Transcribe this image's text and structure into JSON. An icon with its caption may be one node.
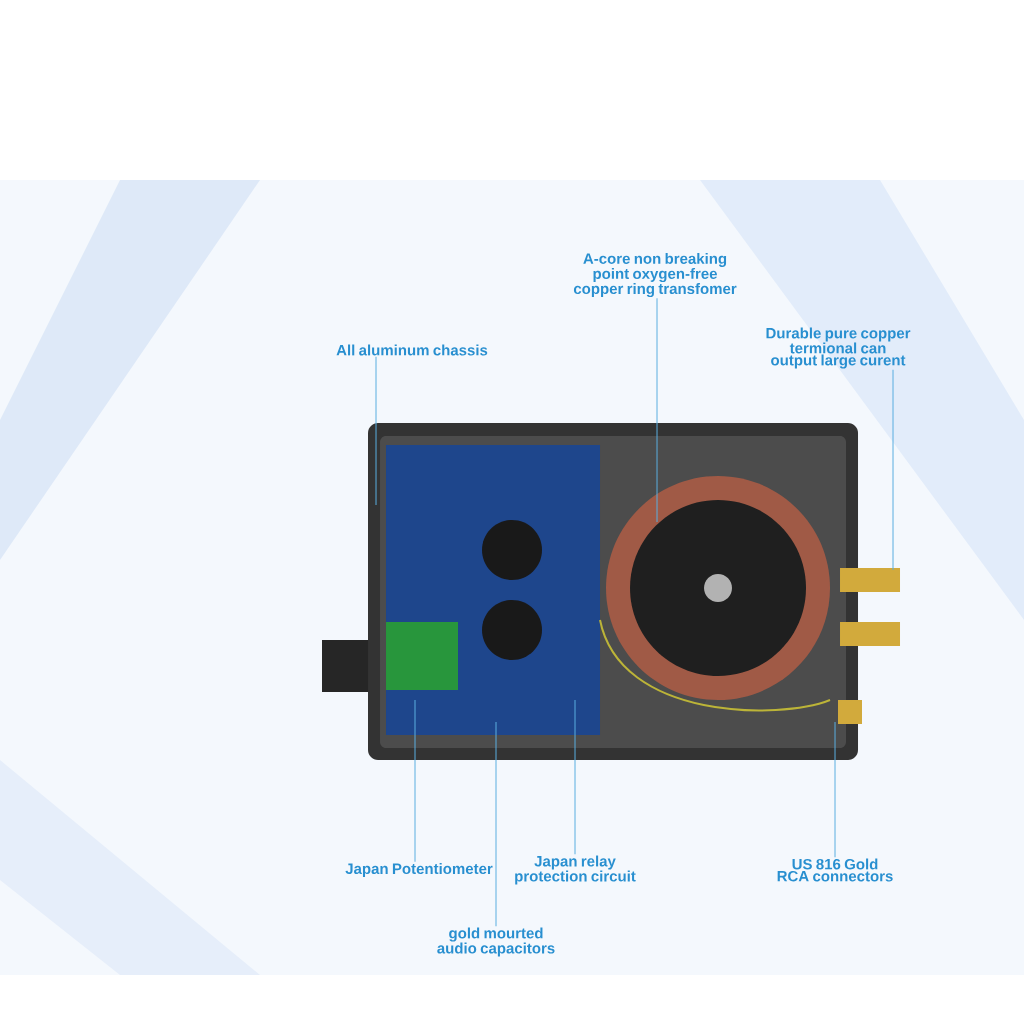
{
  "diagram": {
    "nodes": [
      {
        "text": [
          "A-core non breaking point oxygen-free copper ring transfomer"
        ]
      },
      {
        "text": [
          "Durable pure copper termional can output large curent"
        ]
      },
      {
        "text": [
          "All aluminum chassis"
        ]
      },
      {
        "text": [
          "Japan Potentiometer"
        ]
      },
      {
        "text": [
          "Japan relay protection circuit"
        ]
      },
      {
        "text": [
          "US 816 Gold RCA connectors"
        ]
      },
      {
        "text": [
          "gold mourted audio capacitors"
        ]
      }
    ],
    "edges": [
      {
        "from": 0,
        "to": null,
        "arrow": "none"
      },
      {
        "from": 1,
        "to": null,
        "arrow": "none"
      },
      {
        "from": 2,
        "to": null,
        "arrow": "none"
      },
      {
        "from": 3,
        "to": null,
        "arrow": "none"
      },
      {
        "from": 4,
        "to": null,
        "arrow": "none"
      },
      {
        "from": 5,
        "to": null,
        "arrow": "none"
      },
      {
        "from": 6,
        "to": null,
        "arrow": "none"
      }
    ]
  }
}
